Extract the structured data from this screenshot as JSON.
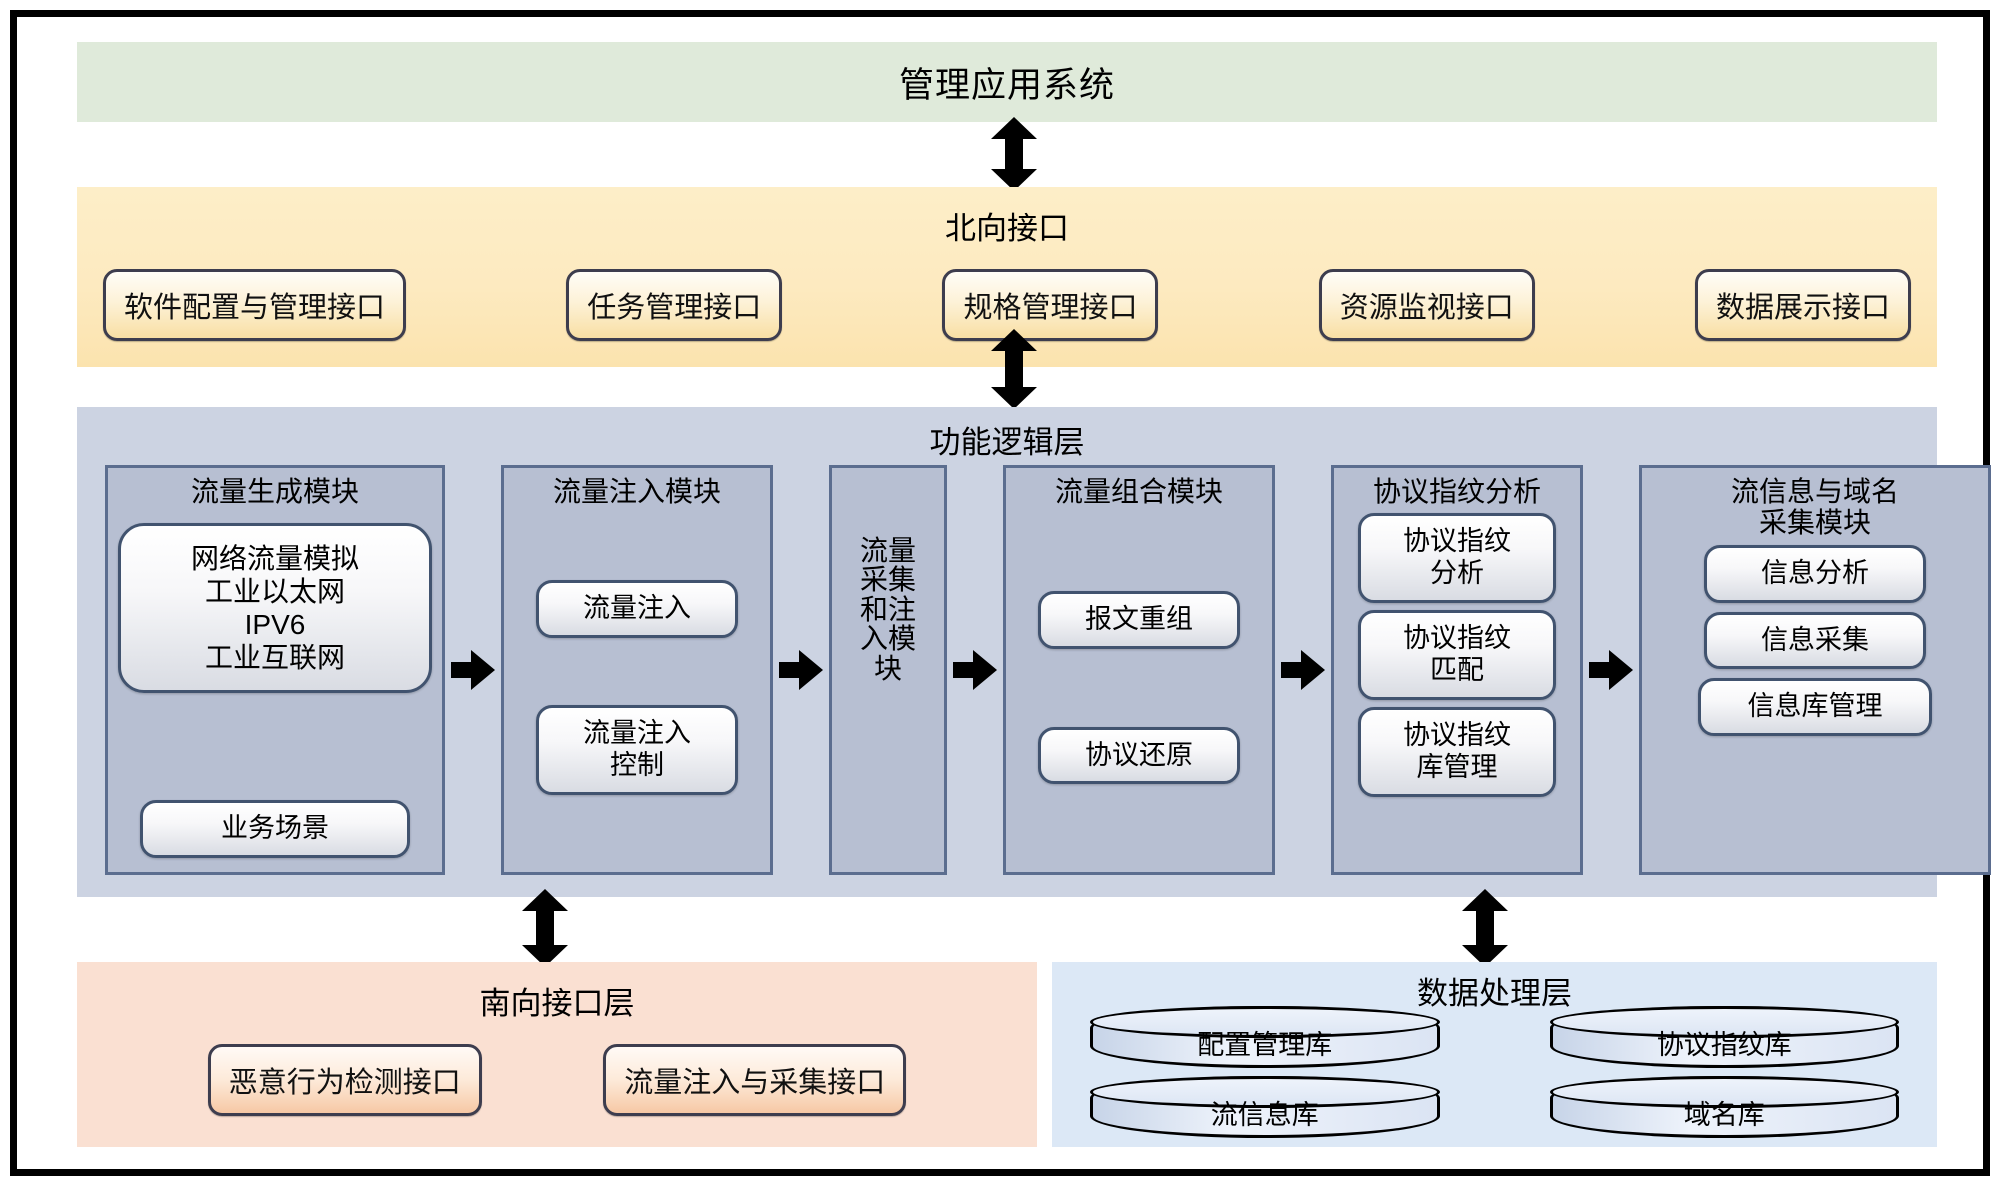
{
  "layers": {
    "management": {
      "title": "管理应用系统"
    },
    "northbound": {
      "title": "北向接口",
      "interfaces": [
        "软件配置与管理接口",
        "任务管理接口",
        "规格管理接口",
        "资源监视接口",
        "数据展示接口"
      ]
    },
    "functional_logic": {
      "title": "功能逻辑层",
      "modules": [
        {
          "title": "流量生成模块",
          "items": [
            "网络流量模拟\n工业以太网\nIPV6\n工业互联网",
            "业务场景"
          ]
        },
        {
          "title": "流量注入模块",
          "items": [
            "流量注入",
            "流量注入\n控制"
          ]
        },
        {
          "title": "流量\n采集\n和注\n入模\n块",
          "items": []
        },
        {
          "title": "流量组合模块",
          "items": [
            "报文重组",
            "协议还原"
          ]
        },
        {
          "title": "协议指纹分析",
          "items": [
            "协议指纹\n分析",
            "协议指纹\n匹配",
            "协议指纹\n库管理"
          ]
        },
        {
          "title": "流信息与域名\n采集模块",
          "items": [
            "信息分析",
            "信息采集",
            "信息库管理"
          ]
        }
      ]
    },
    "southbound": {
      "title": "南向接口层",
      "interfaces": [
        "恶意行为检测接口",
        "流量注入与采集接口"
      ]
    },
    "data_processing": {
      "title": "数据处理层",
      "databases": [
        "配置管理库",
        "协议指纹库",
        "流信息库",
        "域名库"
      ]
    }
  },
  "colors": {
    "management_band": "#dfeada",
    "northbound_band": "#fdeac0",
    "logic_band": "#ccd3e2",
    "southbound_band": "#fae0d2",
    "data_band": "#dce8f6",
    "module_fill": "#b7bfd2",
    "module_border": "#5b6d8f",
    "arrow": "#000000"
  }
}
